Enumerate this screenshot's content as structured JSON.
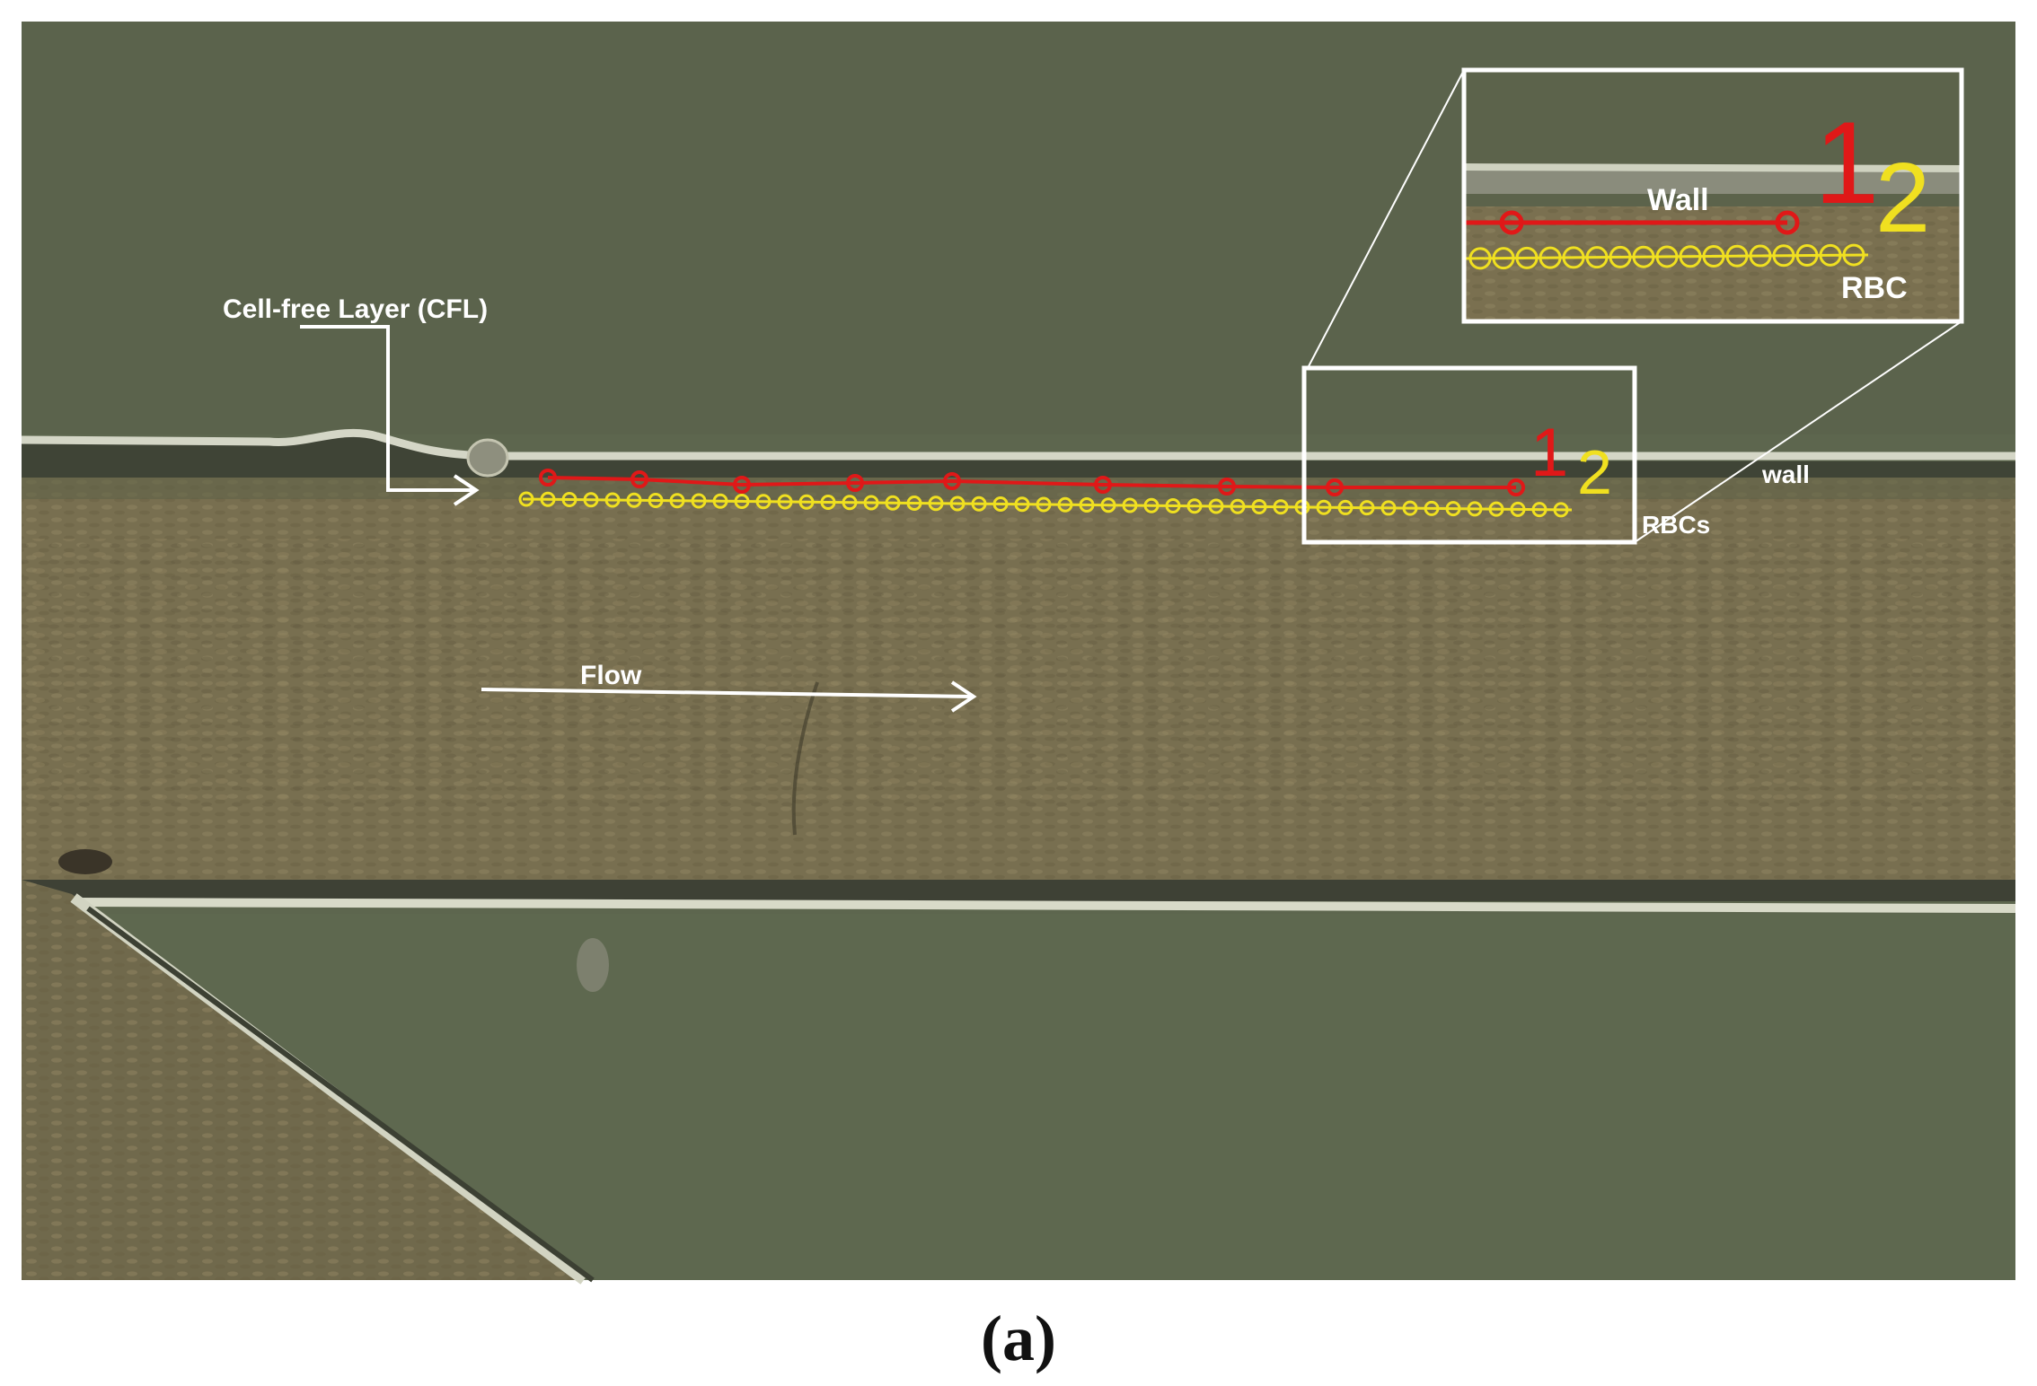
{
  "labels": {
    "cfl": "Cell-free Layer (CFL)",
    "wall": "wall",
    "rbcs": "RBCs",
    "flow": "Flow",
    "inset_wall": "Wall",
    "inset_rbc": "RBC",
    "line1": "1",
    "line2": "2",
    "inset_line1": "1",
    "inset_line2": "2"
  },
  "caption": {
    "open": "(",
    "letter": "a",
    "close": ")"
  },
  "colors": {
    "background": "#5d664e",
    "channel": "#7a7050",
    "wall_line": "#d8d8c8",
    "red_trace": "#e01818",
    "yellow_trace": "#f0e020",
    "annotation": "#ffffff"
  }
}
